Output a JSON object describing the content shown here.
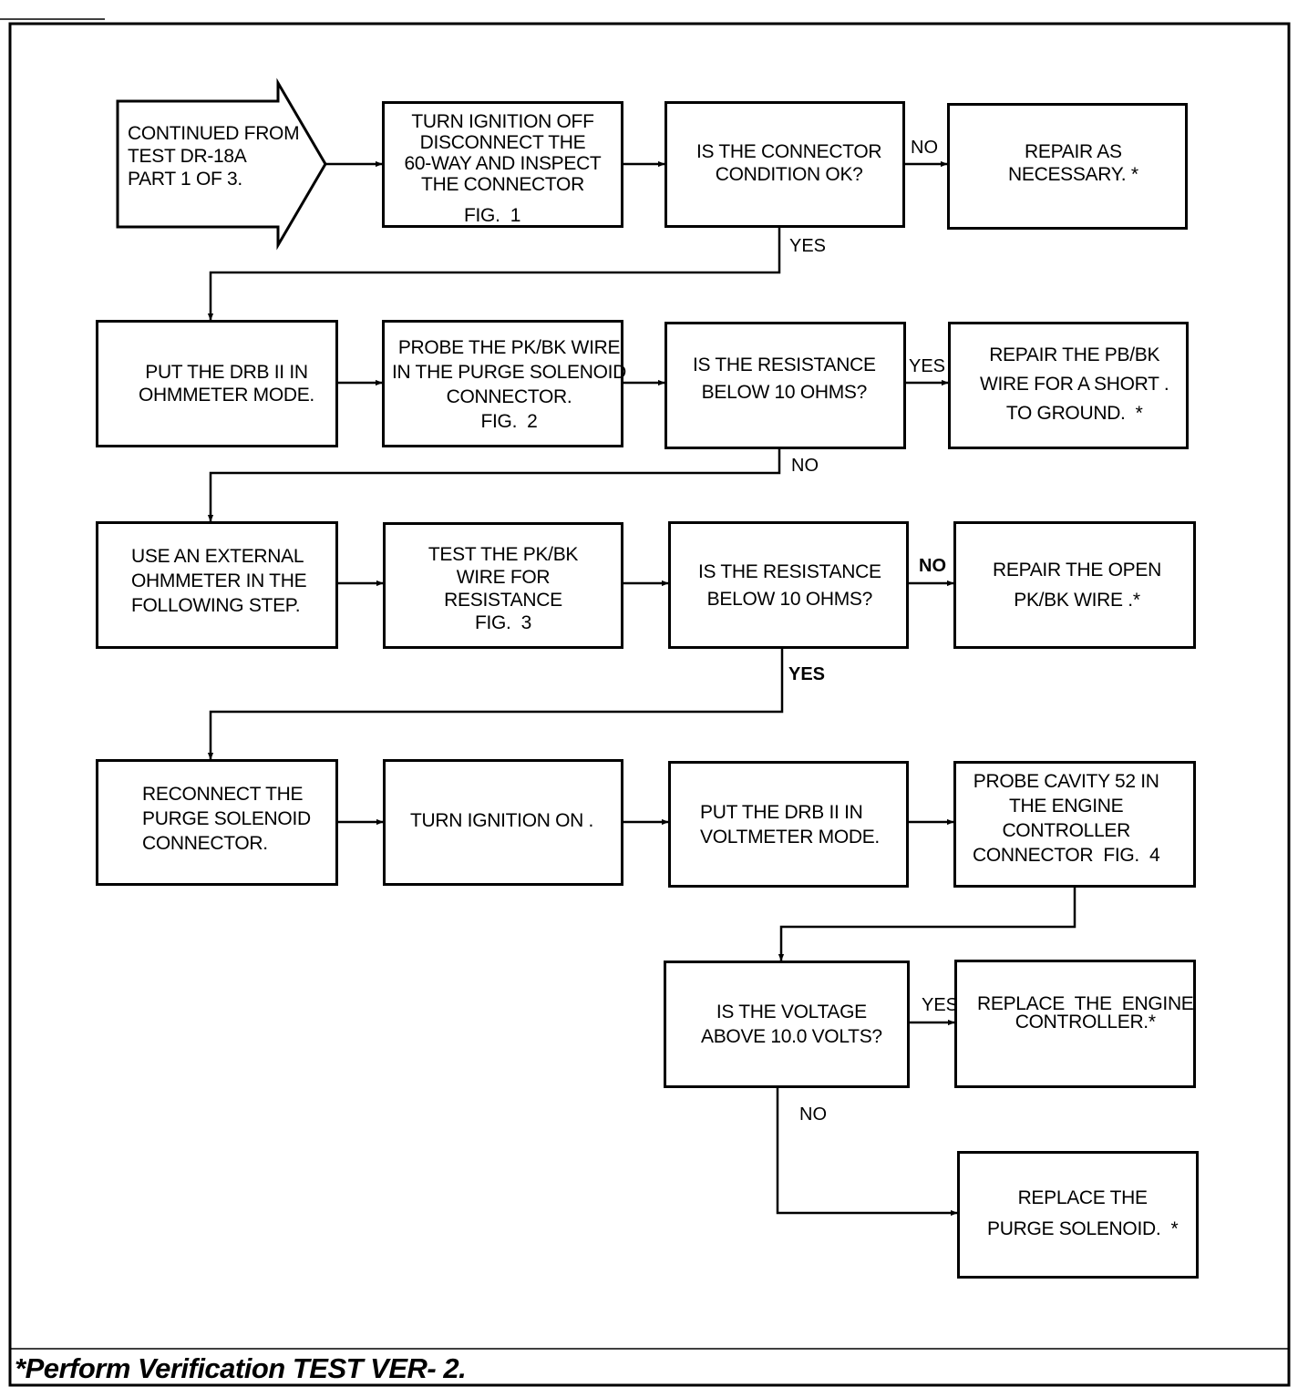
{
  "start": {
    "text": "CONTINUED FROM\nTEST DR-18A\nPART 1 OF 3."
  },
  "steps": {
    "b1": "TURN IGNITION OFF\nDISCONNECT THE\n60-WAY AND INSPECT\nTHE CONNECTOR",
    "b1_fig": "FIG.  1",
    "b2": "IS THE CONNECTOR\nCONDITION OK?",
    "b3": "REPAIR AS\nNECESSARY. *",
    "b4": "PUT THE DRB II IN\nOHMMETER MODE.",
    "b5": "PROBE THE PK/BK WIRE\nIN THE PURGE SOLENOID\nCONNECTOR.\nFIG.  2",
    "b6": "IS THE RESISTANCE\nBELOW 10 OHMS?",
    "b7": "REPAIR THE PB/BK\nWIRE FOR A SHORT .\nTO GROUND.  *",
    "b8": "USE AN EXTERNAL\nOHMMETER IN THE\nFOLLOWING STEP.",
    "b9": "TEST THE PK/BK\nWIRE FOR\nRESISTANCE\nFIG.  3",
    "b10": "IS THE RESISTANCE\nBELOW 10 OHMS?",
    "b11": "REPAIR THE OPEN\nPK/BK WIRE .*",
    "b12": "RECONNECT THE\nPURGE SOLENOID\nCONNECTOR.",
    "b13": "TURN IGNITION ON .",
    "b14": "PUT THE DRB II IN\nVOLTMETER MODE.",
    "b15": "PROBE CAVITY 52 IN\nTHE ENGINE\nCONTROLLER\nCONNECTOR  FIG.  4",
    "b16": "IS THE VOLTAGE\nABOVE 10.0 VOLTS?",
    "b17": "REPLACE  THE  ENGINE\nCONTROLLER.*",
    "b18": "REPLACE THE\nPURGE SOLENOID.  *"
  },
  "labels": {
    "l1": "NO",
    "l2": "YES",
    "l3": "YES",
    "l4": "NO",
    "l5": "NO",
    "l6": "YES",
    "l7": "YES",
    "l8": "NO"
  },
  "footer": "*Perform Verification TEST VER- 2."
}
